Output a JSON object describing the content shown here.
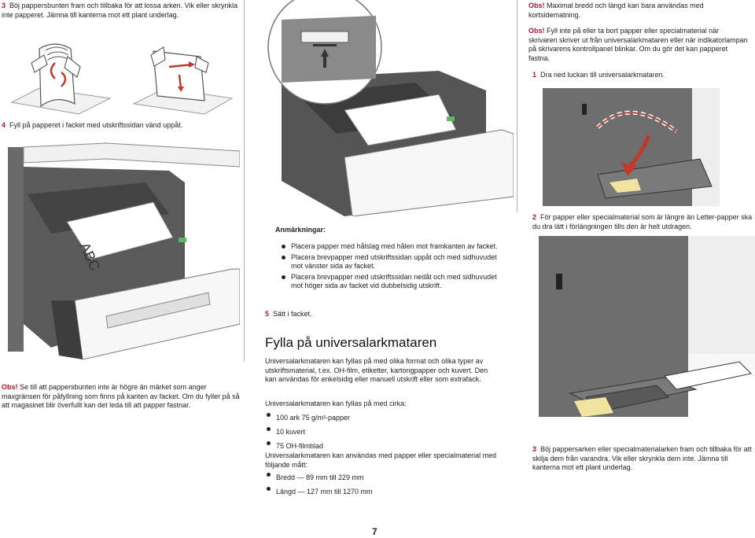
{
  "left_column": {
    "step3_number": "3",
    "step3_text": "Böj pappersbunten fram och tillbaka för att lossa arken. Vik eller skrynkla inte papperet. Jämna till kanterna mot ett plant underlag.",
    "step4_number": "4",
    "step4_text": "Fyll på papperet i facket med utskriftssidan vänd uppåt.",
    "tray_label": "ABC",
    "obs_label": "Obs!",
    "obs_text": " Se till att pappersbunten inte är högre än märket som anger maxgränsen för påfyllning som finns på kanten av facket. Om du fyller på så att magasinet blir överfullt kan det leda till att papper fastnar."
  },
  "middle_column": {
    "notes_title": "Anmärkningar:",
    "notes": [
      "Placera papper med hålslag med hålen mot framkanten av facket.",
      "Placera brevpapper med utskriftssidan uppåt och med sidhuvudet mot vänster sida av facket.",
      "Placera brevpapper med utskriftssidan nedåt och med sidhuvudet mot höger sida av facket vid dubbelsidig utskrift."
    ],
    "step5_number": "5",
    "step5_text": "Sätt i facket.",
    "section_title": "Fylla på universalarkmataren",
    "intro": "Universalarkmataren kan fyllas på med olika format och olika typer av utskriftsmaterial, t.ex. OH-film, etiketter, kartongpapper och kuvert. Den kan användas för enkelsidig eller manuell utskrift eller som extrafack.",
    "capacity_intro": "Universalarkmataren kan fyllas på med cirka:",
    "capacity_items": [
      "100 ark 75 g/m²-papper",
      "10 kuvert",
      "75 OH-filmblad"
    ],
    "dimensions_intro": "Universalarkmataren kan användas med papper eller specialmaterial med följande mått:",
    "dimension_items": [
      "Bredd — 89 mm till 229 mm",
      "Längd — 127 mm till 1270 mm"
    ]
  },
  "right_column": {
    "obs1_label": "Obs!",
    "obs1_text": " Maximal bredd och längd kan bara användas med kortsidematning.",
    "obs2_label": "Obs!",
    "obs2_text": " Fyll inte på eller ta bort papper eller specialmaterial när skrivaren skriver ut från universalarkmataren eller när indikatorlampan på skrivarens kontrollpanel blinkar. Om du gör det kan papperet fastna.",
    "step1_number": "1",
    "step1_text": "Dra ned luckan till universalarkmataren.",
    "step2_number": "2",
    "step2_text": "För papper eller specialmaterial som är längre än Letter-papper ska du dra lätt i förlängningen tills den är helt utdragen.",
    "step3_number": "3",
    "step3_text": "Böj pappersarken eller specialmaterialarken fram och tillbaka för att skilja dem från varandra. Vik eller skrynkla dem inte. Jämna till kanterna mot ett plant underlag."
  },
  "footer": {
    "page_number": "7"
  },
  "colors": {
    "accent": "#b4162b",
    "printer_gray": "#6e6e6e",
    "divider": "#b0b0b0"
  }
}
